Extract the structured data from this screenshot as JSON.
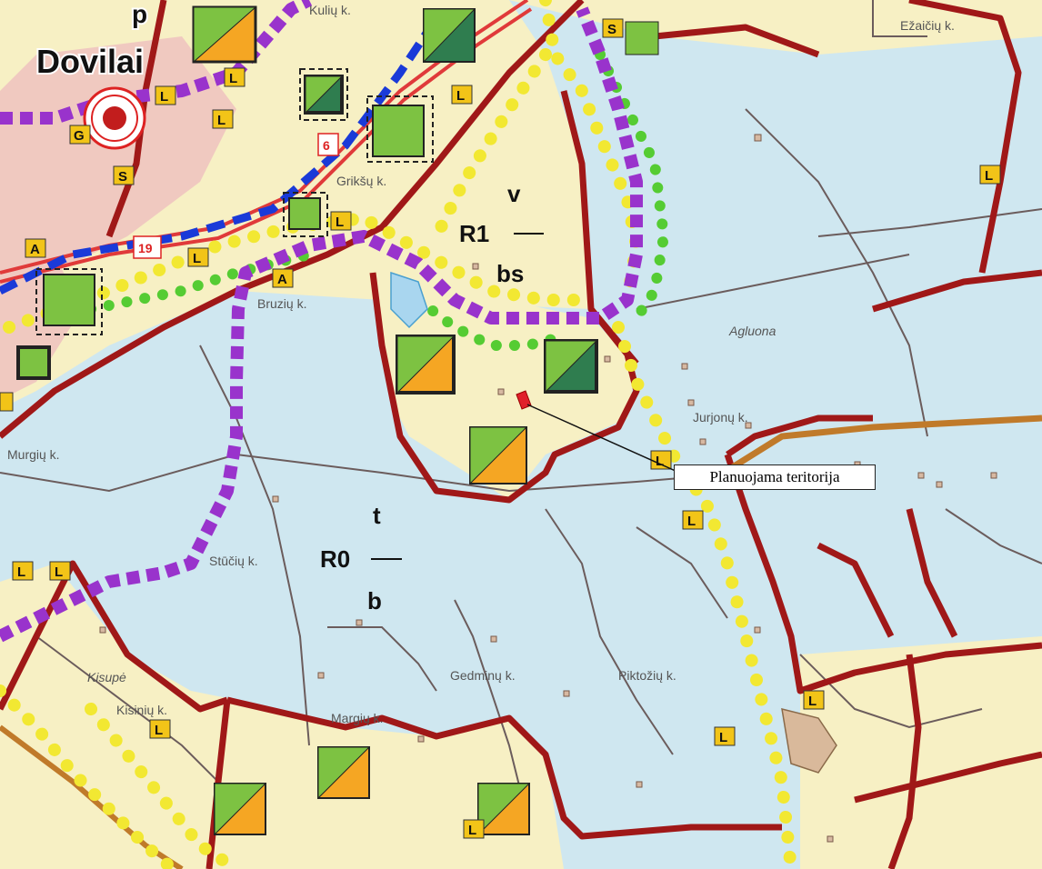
{
  "map": {
    "town": "Dovilai",
    "top_letter": "p",
    "villages": [
      "Kulių k.",
      "Ežaičių k.",
      "Grikšų k.",
      "Bruzių k.",
      "Jurjonų k.",
      "Murgių k.",
      "Stūčių k.",
      "Kisinių k.",
      "Margių k.",
      "Gedminų k.",
      "Piktožių k.",
      "Agluona",
      "Kisupė"
    ],
    "road_numbers": [
      "6",
      "19"
    ],
    "zones": {
      "r1": {
        "top": "v",
        "mid": "R1",
        "bottom": "bs"
      },
      "r0": {
        "top": "t",
        "mid": "R0",
        "bottom": "b"
      }
    },
    "symbol_letters": {
      "L": "L",
      "S": "S",
      "G": "G",
      "A": "A"
    },
    "callout": "Planuojama teritorija",
    "colors": {
      "water": "#cfe7f0",
      "land": "#f7f0c4",
      "boundary": "#a01818",
      "purple_route": "#9933cc",
      "blue_route": "#1a3ad8",
      "yellow_route": "#f2e832",
      "green_route": "#55cc33",
      "orange": "#f5a623",
      "green": "#7dc242",
      "dark_green": "#2f7d4f"
    }
  }
}
